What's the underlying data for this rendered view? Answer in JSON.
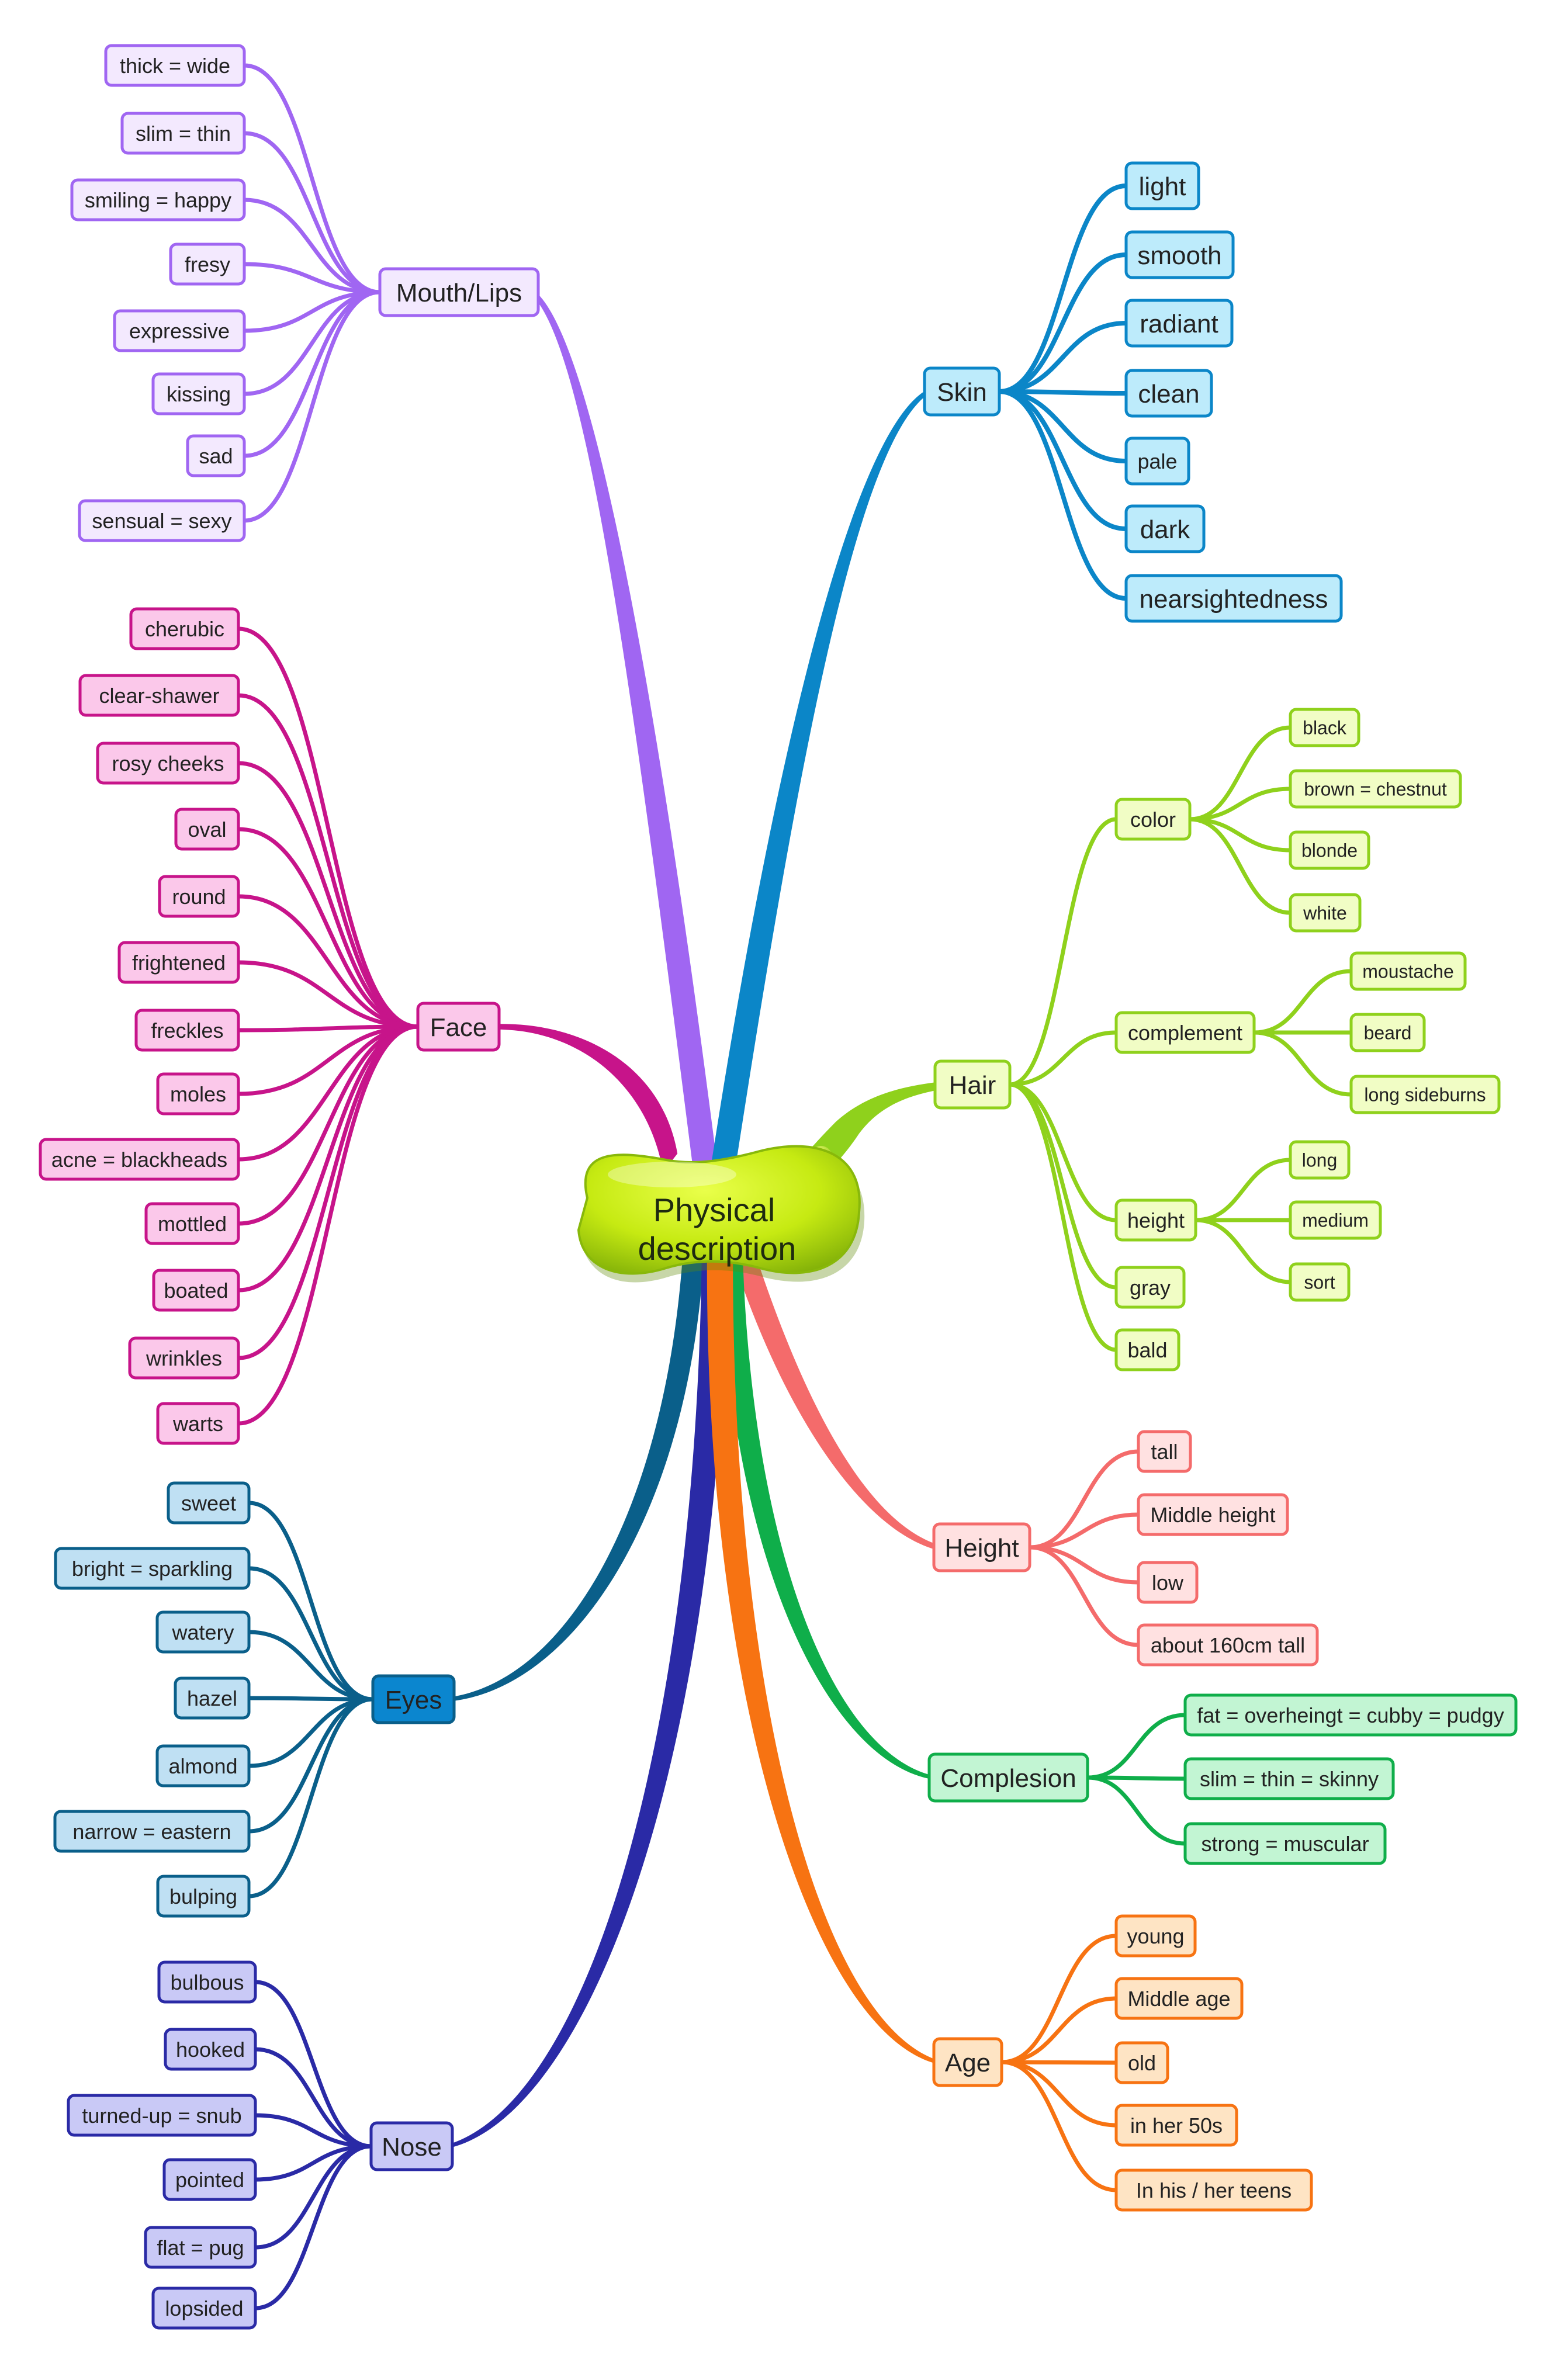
{
  "center": {
    "label_line1": "Physical",
    "label_line2": "description"
  },
  "branches": {
    "mouth": {
      "label": "Mouth/Lips",
      "color": "#a066f2",
      "fill": "#f3e9fe",
      "items": [
        "thick = wide",
        "slim = thin",
        "smiling = happy",
        "fresy",
        "expressive",
        "kissing",
        "sad",
        "sensual = sexy"
      ]
    },
    "face": {
      "label": "Face",
      "color": "#c7148a",
      "fill": "#fbc8ea",
      "items": [
        "cherubic",
        "clear-shawer",
        "rosy cheeks",
        "oval",
        "round",
        "frightened",
        "freckles",
        "moles",
        "acne = blackheads",
        "mottled",
        "boated",
        "wrinkles",
        "warts"
      ]
    },
    "eyes": {
      "label": "Eyes",
      "color": "#0a5f8a",
      "fill": "#bfe0f3",
      "header_fill": "#0b86cf",
      "items": [
        "sweet",
        "bright = sparkling",
        "watery",
        "hazel",
        "almond",
        "narrow = eastern",
        "bulping"
      ]
    },
    "nose": {
      "label": "Nose",
      "color": "#2a2aa6",
      "fill": "#c9c9f6",
      "items": [
        "bulbous",
        "hooked",
        "turned-up = snub",
        "pointed",
        "flat = pug",
        "lopsided"
      ]
    },
    "skin": {
      "label": "Skin",
      "color": "#0b86c8",
      "fill": "#bdebfb",
      "items": [
        "light",
        "smooth",
        "radiant",
        "clean",
        "pale",
        "dark",
        "nearsightedness"
      ]
    },
    "hair": {
      "label": "Hair",
      "color": "#8fd11c",
      "fill": "#f1fdc5",
      "color_group": {
        "label": "color",
        "items": [
          "black",
          "brown = chestnut",
          "blonde",
          "white"
        ]
      },
      "complement_group": {
        "label": "complement",
        "items": [
          "moustache",
          "beard",
          "long sideburns"
        ]
      },
      "height_group": {
        "label": "height",
        "items": [
          "long",
          "medium",
          "sort"
        ]
      },
      "other_items": [
        "gray",
        "bald"
      ]
    },
    "height": {
      "label": "Height",
      "color": "#f46b6b",
      "fill": "#ffe1e1",
      "items": [
        "tall",
        "Middle height",
        "low",
        "about 160cm tall"
      ]
    },
    "complesion": {
      "label": "Complesion",
      "color": "#0fae4a",
      "fill": "#c2f5d3",
      "items": [
        "fat = overheingt = cubby = pudgy",
        "slim = thin = skinny",
        "strong = muscular"
      ]
    },
    "age": {
      "label": "Age",
      "color": "#f77312",
      "fill": "#fee4c4",
      "items": [
        "young",
        "Middle age",
        "old",
        "in her 50s",
        "In his / her teens"
      ]
    }
  }
}
